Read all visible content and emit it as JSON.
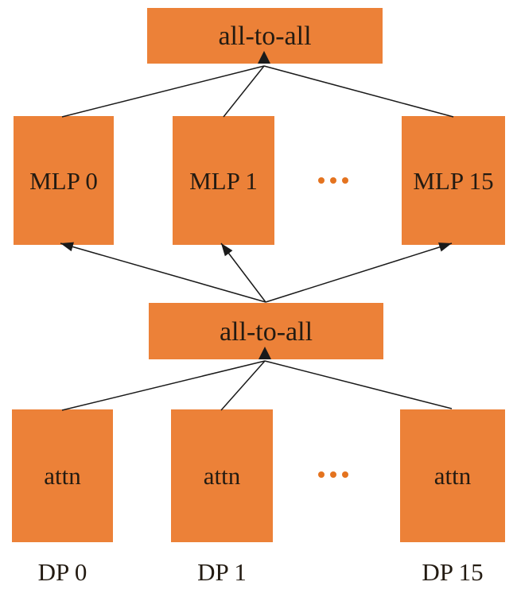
{
  "colors": {
    "box_fill": "#EC8138",
    "dot": "#E4731F",
    "line": "#1A1A1A",
    "text": "#231B12",
    "background": "#FFFFFF"
  },
  "diagram": {
    "top_collective": {
      "label": "all-to-all"
    },
    "mlp_row": {
      "nodes": [
        {
          "label": "MLP 0"
        },
        {
          "label": "MLP 1"
        },
        {
          "label": "MLP 15"
        }
      ],
      "ellipsis_label": "⋯"
    },
    "mid_collective": {
      "label": "all-to-all"
    },
    "attn_row": {
      "nodes": [
        {
          "label": "attn"
        },
        {
          "label": "attn"
        },
        {
          "label": "attn"
        }
      ],
      "ellipsis_label": "⋯"
    },
    "dp_labels": [
      {
        "label": "DP 0"
      },
      {
        "label": "DP 1"
      },
      {
        "label": "DP 15"
      }
    ]
  }
}
